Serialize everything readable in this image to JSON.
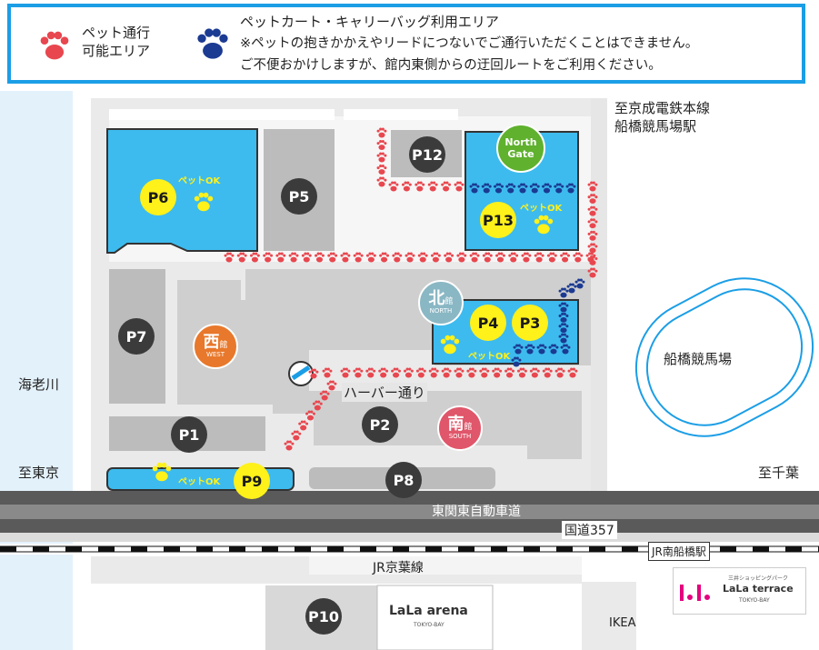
{
  "legend": {
    "pet_area_label_line1": "ペット通行",
    "pet_area_label_line2": "可能エリア",
    "cart_title": "ペットカート・キャリーバッグ利用エリア",
    "cart_note_line1": "※ペットの抱きかかえやリードにつないでご通行いただくことはできません。",
    "cart_note_line2": "ご不便おかけしますが、館内東側からの迂回ルートをご利用ください。",
    "pet_area_icon": "paw-icon-red",
    "cart_area_icon": "paw-icon-navy"
  },
  "parking": {
    "p1": "P1",
    "p2": "P2",
    "p3": "P3",
    "p4": "P4",
    "p5": "P5",
    "p6": "P6",
    "p7": "P7",
    "p8": "P8",
    "p9": "P9",
    "p10": "P10",
    "p12": "P12",
    "p13": "P13"
  },
  "pet_ok": "ペットOK",
  "buildings": {
    "north_kanji": "北",
    "north_sub": "館",
    "north_en": "NORTH",
    "west_kanji": "西",
    "west_sub": "館",
    "west_en": "WEST",
    "south_kanji": "南",
    "south_sub": "館",
    "south_en": "SOUTH",
    "north_gate_line1": "North",
    "north_gate_line2": "Gate"
  },
  "places": {
    "to_keisei_line1": "至京成電鉄本線",
    "to_keisei_line2": "船橋競馬場駅",
    "racecourse": "船橋競馬場",
    "ebigawa": "海老川",
    "to_tokyo": "至東京",
    "to_chiba": "至千葉",
    "harbor_street": "ハーバー通り",
    "expressway": "東関東自動車道",
    "route357": "国道357",
    "keiyo_line": "JR京葉線",
    "minamifunabashi": "JR南船橋駅",
    "ikea": "IKEA",
    "lala_arena_name": "LaLa arena",
    "lala_arena_sub": "TOKYO-BAY",
    "lala_terrace_top": "三井ショッピングパーク",
    "lala_terrace_name": "LaLa terrace",
    "lala_terrace_sub": "TOKYO-BAY"
  },
  "colors": {
    "legend_border": "#1b9ee6",
    "water": "#e3f1fb",
    "road": "#e8e8e8",
    "building": "#cfcfcf",
    "lot": "#bcbcbc",
    "pet_lot": "#3dbbee",
    "pin": "#3b3b3b",
    "yellow": "#fff11a",
    "red_paw": "#e8474f",
    "navy_paw": "#1b3a92",
    "west": "#e8782b",
    "north": "#8ab7c4",
    "south": "#e0566a",
    "gate": "#5fb12e",
    "rail_band": "#5a5a5a",
    "lala_pink": "#e4007f"
  }
}
